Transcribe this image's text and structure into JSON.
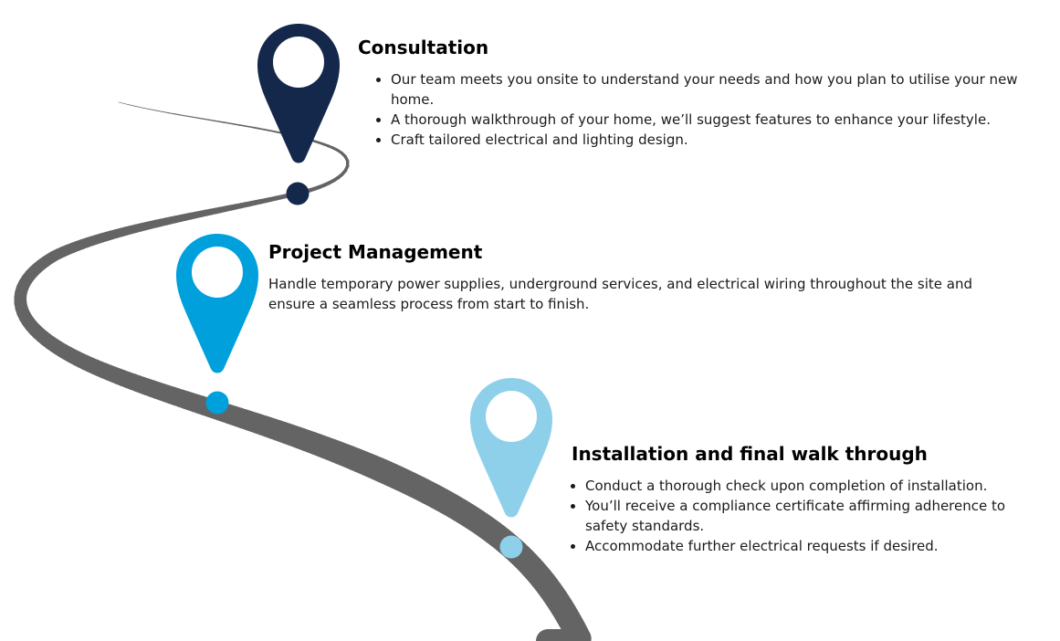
{
  "colors": {
    "road": "#646464",
    "navy": "#14284b",
    "blue": "#00a0dc",
    "light_blue": "#8ed0ea"
  },
  "stages": [
    {
      "title": "Consultation",
      "pin_icon": "map-pin-icon",
      "pin_color": "#14284b",
      "points": [
        "Our team meets you onsite to understand your needs and how you plan to utilise your new home.",
        "A thorough walkthrough of your home, we’ll suggest features to enhance your lifestyle.",
        "Craft tailored electrical and lighting design."
      ]
    },
    {
      "title": "Project Management",
      "pin_icon": "map-pin-icon",
      "pin_color": "#00a0dc",
      "description": "Handle temporary power supplies, underground services, and electrical wiring throughout the site and ensure a seamless process from start to finish."
    },
    {
      "title": "Installation and final walk through",
      "pin_icon": "map-pin-icon",
      "pin_color": "#8ed0ea",
      "points": [
        "Conduct a thorough check upon completion of installation.",
        "You’ll receive a compliance certificate affirming adherence to safety standards.",
        "Accommodate further electrical requests if desired."
      ]
    }
  ]
}
